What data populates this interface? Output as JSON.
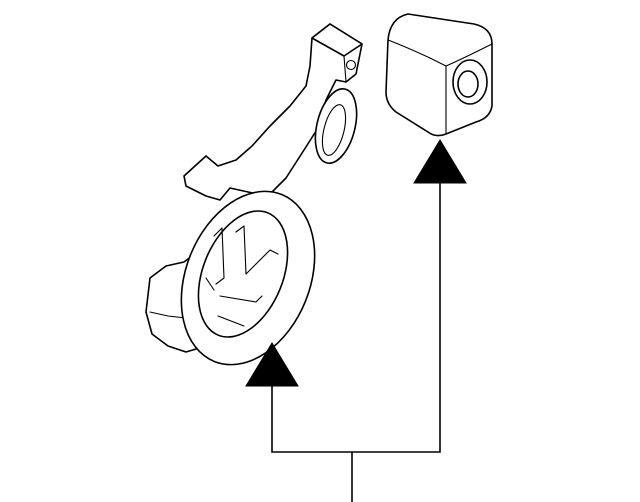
{
  "diagram": {
    "parts": [
      {
        "name": "bracket-assembly"
      },
      {
        "name": "camera-module"
      }
    ],
    "callouts": 2,
    "colors": {
      "line": "#000000",
      "background": "#ffffff"
    }
  }
}
